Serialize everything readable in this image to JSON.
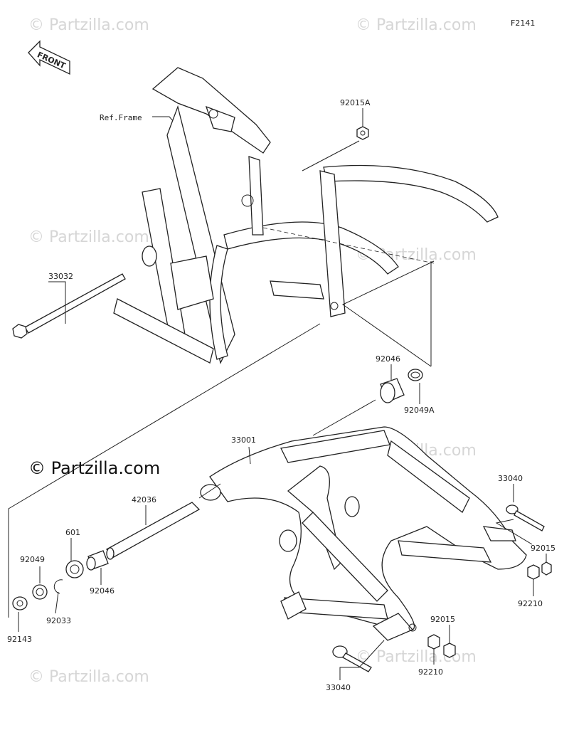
{
  "diagram": {
    "code": "F2141",
    "front_label": "FRONT",
    "ref_frame": "Ref.Frame",
    "brand": "© Partzilla.com",
    "watermark": "© Partzilla.com"
  },
  "parts": [
    {
      "id": "92015A"
    },
    {
      "id": "33032"
    },
    {
      "id": "92046"
    },
    {
      "id": "92049A"
    },
    {
      "id": "33001"
    },
    {
      "id": "33040"
    },
    {
      "id": "42036"
    },
    {
      "id": "601"
    },
    {
      "id": "92049"
    },
    {
      "id": "92033"
    },
    {
      "id": "92046"
    },
    {
      "id": "92143"
    },
    {
      "id": "92015"
    },
    {
      "id": "92210"
    },
    {
      "id": "92015"
    },
    {
      "id": "92210"
    },
    {
      "id": "33040"
    }
  ]
}
